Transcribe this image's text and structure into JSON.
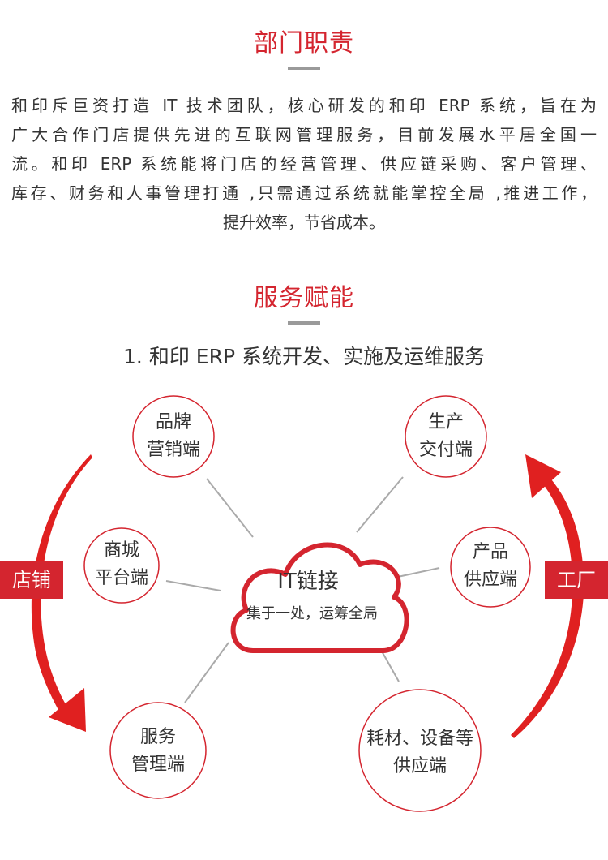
{
  "section1": {
    "title": "部门职责",
    "paragraph_lines": [
      "和印斥巨资打造 IT 技术团队，核心研发的和印 ERP 系统，旨在为",
      "广大合作门店提供先进的互联网管理服务，目前发展水平居全国一",
      "流。和印 ERP 系统能将门店的经营管理、供应链采购、客户管理、",
      "库存、财务和人事管理打通 ,只需通过系统就能掌控全局 ,推进工作，",
      "提升效率，节省成本。"
    ]
  },
  "section2": {
    "title": "服务赋能",
    "subtitle": "1. 和印 ERP 系统开发、实施及运维服务"
  },
  "diagram": {
    "center": {
      "line1": "IT链接",
      "line2": "集于一处，运筹全局"
    },
    "nodes": {
      "brand": {
        "line1": "品牌",
        "line2": "营销端"
      },
      "production": {
        "line1": "生产",
        "line2": "交付端"
      },
      "mall": {
        "line1": "商城",
        "line2": "平台端"
      },
      "product": {
        "line1": "产品",
        "line2": "供应端"
      },
      "service": {
        "line1": "服务",
        "line2": "管理端"
      },
      "materials": {
        "line1": "耗材、设备等",
        "line2": "供应端"
      }
    },
    "left_tag": "店铺",
    "right_tag": "工厂"
  },
  "colors": {
    "accent": "#d4252f",
    "text": "#333333",
    "line": "#aaaaaa",
    "divider": "#9a9a9a"
  }
}
